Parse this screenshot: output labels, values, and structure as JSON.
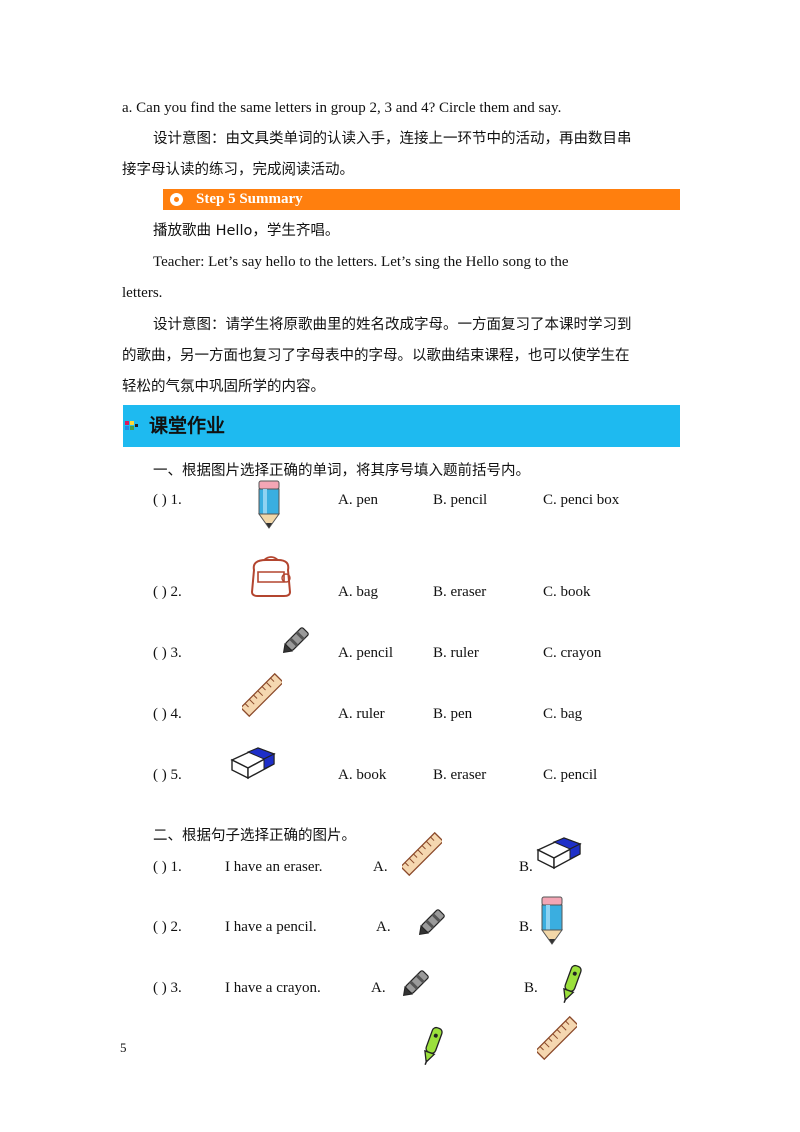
{
  "intro_line": "a.  Can  you  find  the  same  letters  in  group  2,  3  and  4?  Circle  them  and  say.",
  "design1_line1": "设计意图：由文具类单词的认读入手，连接上一环节中的活动，再由数目串",
  "design1_line2": "接字母认读的练习，完成阅读活动。",
  "step5_label": "Step 5 Summary",
  "song_line": "播放歌曲 Hello，学生齐唱。",
  "teacher_line1": "Teacher:  Let’s  say  hello  to  the  letters.  Let’s  sing  the  Hello  song  to  the",
  "teacher_line2": "letters.",
  "design2_line1": "设计意图：请学生将原歌曲里的姓名改成字母。一方面复习了本课时学习到",
  "design2_line2": "的歌曲，另一方面也复习了字母表中的字母。以歌曲结束课程，也可以使学生在",
  "design2_line3": "轻松的气氛中巩固所学的内容。",
  "homework_title": "课堂作业",
  "part1_title": "一、根据图片选择正确的单词，将其序号填入题前括号内。",
  "part1_items": [
    {
      "num": "(      ) 1.",
      "a": "A.  pen",
      "b": "B.  pencil",
      "c": "C.  penci  box",
      "icon": "pencil-icon"
    },
    {
      "num": "(      ) 2.",
      "a": "A.  bag",
      "b": "B.  eraser",
      "c": "C.  book",
      "icon": "bag-icon"
    },
    {
      "num": "(      ) 3.",
      "a": "A.  pencil",
      "b": "B.  ruler",
      "c": "C.  crayon",
      "icon": "crayon-icon"
    },
    {
      "num": "(      ) 4.",
      "a": "A.  ruler",
      "b": "B.  pen",
      "c": "C.  bag",
      "icon": "ruler-icon"
    },
    {
      "num": "(      ) 5.",
      "a": "A.  book",
      "b": "B.  eraser",
      "c": "C.  pencil",
      "icon": "eraser-icon"
    }
  ],
  "part2_title": "二、根据句子选择正确的图片。",
  "part2_items": [
    {
      "num": "(      ) 1.",
      "sentence": "I  have  an  eraser.",
      "a": "A.",
      "b": "B.",
      "icon_a": "ruler-icon",
      "icon_b": "eraser-icon"
    },
    {
      "num": "(      ) 2.",
      "sentence": "I  have  a  pencil.",
      "a": "A.",
      "b": "B.",
      "icon_a": "crayon-icon",
      "icon_b": "pencil-icon"
    },
    {
      "num": "(      ) 3.",
      "sentence": "I  have  a  crayon.",
      "a": "A.",
      "b": "B.",
      "icon_a": "crayon-icon",
      "icon_b": "pen-icon"
    }
  ],
  "page_number": "5"
}
